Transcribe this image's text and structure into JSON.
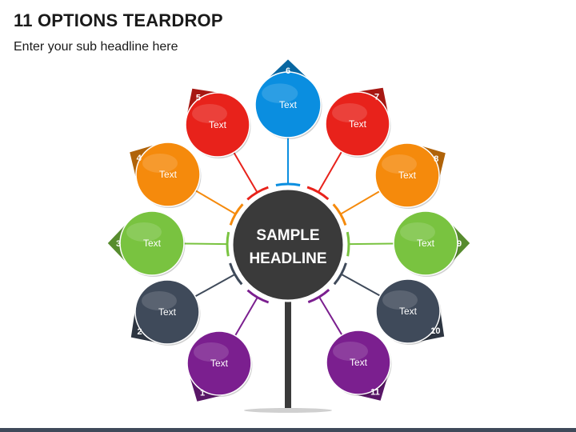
{
  "header": {
    "title": "11 OPTIONS TEARDROP",
    "subtitle": "Enter your sub headline here"
  },
  "center": {
    "line1": "SAMPLE",
    "line2": "HEADLINE",
    "color": "#3a3a3a"
  },
  "options": [
    {
      "number": "1",
      "label": "Text",
      "color": "#7b1f8f"
    },
    {
      "number": "2",
      "label": "Text",
      "color": "#3f4a5a"
    },
    {
      "number": "3",
      "label": "Text",
      "color": "#79c340"
    },
    {
      "number": "4",
      "label": "Text",
      "color": "#f58a0c"
    },
    {
      "number": "5",
      "label": "Text",
      "color": "#e8221b"
    },
    {
      "number": "6",
      "label": "Text",
      "color": "#0a8ee0"
    },
    {
      "number": "7",
      "label": "Text",
      "color": "#e8221b"
    },
    {
      "number": "8",
      "label": "Text",
      "color": "#f58a0c"
    },
    {
      "number": "9",
      "label": "Text",
      "color": "#79c340"
    },
    {
      "number": "10",
      "label": "Text",
      "color": "#3f4a5a"
    },
    {
      "number": "11",
      "label": "Text",
      "color": "#7b1f8f"
    }
  ]
}
